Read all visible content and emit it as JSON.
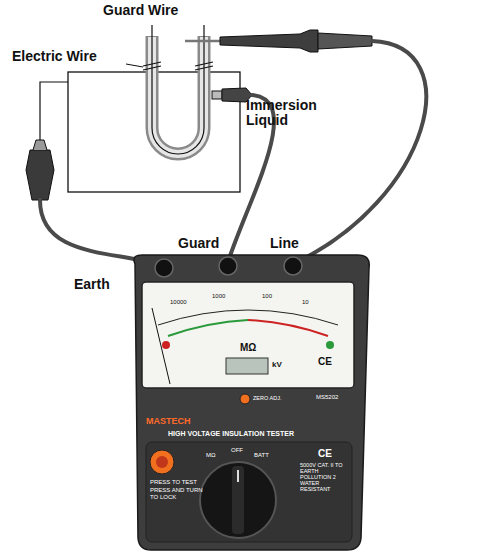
{
  "diagram": {
    "labels": [
      "Guard Wire",
      "Electric Wire",
      "Immersion Liquid",
      "Earth",
      "Guard",
      "Line",
      "MΩ",
      "kV",
      "MASTECH",
      "HIGH VOLTAGE INSULATION TESTER",
      "MS5202",
      "ZERO ADJ.",
      "CE",
      "CE",
      "PRESS TO TEST",
      "PRESS AND TURN TO LOCK",
      "MΩ",
      "OFF",
      "BATT",
      "5000V CAT. II TO EARTH POLLUTION 2 WATER RESISTANT",
      "10000",
      "1000",
      "100",
      "10"
    ]
  }
}
